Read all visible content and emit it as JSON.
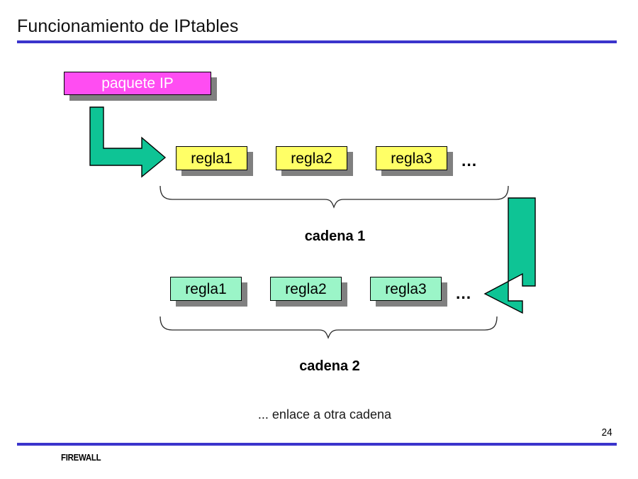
{
  "slide": {
    "title": "Funcionamiento de IPtables",
    "accent_color": "#3b34cc",
    "background": "#ffffff"
  },
  "diagram": {
    "packet": {
      "label": "paquete IP",
      "fill": "#ff4df2",
      "text_color": "#ffffff"
    },
    "entry_arrow": {
      "name": "entry-arrow",
      "color": "#0ec495",
      "direction": "down-right"
    },
    "link_arrow": {
      "name": "chain-link-arrow",
      "color": "#0ec495",
      "direction": "down-left"
    },
    "chains": [
      {
        "id": "chain-1",
        "label": "cadena 1",
        "rule_fill": "#ffff66",
        "rules": [
          {
            "label": "regla1"
          },
          {
            "label": "regla2"
          },
          {
            "label": "regla3"
          }
        ],
        "ellipsis": "..."
      },
      {
        "id": "chain-2",
        "label": "cadena 2",
        "rule_fill": "#9bf5c8",
        "rules": [
          {
            "label": "regla1"
          },
          {
            "label": "regla2"
          },
          {
            "label": "regla3"
          }
        ],
        "ellipsis": "..."
      }
    ],
    "caption": "... enlace a otra cadena"
  },
  "footer": {
    "label": "FIREWALL",
    "page_number": "24"
  }
}
